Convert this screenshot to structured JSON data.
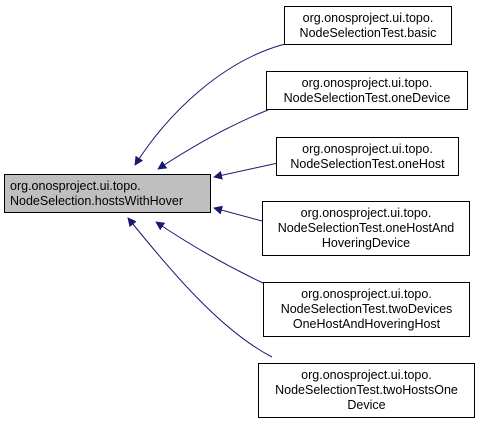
{
  "central_node": {
    "lines": [
      "org.onosproject.ui.topo.",
      "NodeSelection.hostsWithHover"
    ]
  },
  "callers": [
    {
      "lines": [
        "org.onosproject.ui.topo.",
        "NodeSelectionTest.basic"
      ]
    },
    {
      "lines": [
        "org.onosproject.ui.topo.",
        "NodeSelectionTest.oneDevice"
      ]
    },
    {
      "lines": [
        "org.onosproject.ui.topo.",
        "NodeSelectionTest.oneHost"
      ]
    },
    {
      "lines": [
        "org.onosproject.ui.topo.",
        "NodeSelectionTest.oneHostAnd",
        "HoveringDevice"
      ]
    },
    {
      "lines": [
        "org.onosproject.ui.topo.",
        "NodeSelectionTest.twoDevices",
        "OneHostAndHoveringHost"
      ]
    },
    {
      "lines": [
        "org.onosproject.ui.topo.",
        "NodeSelectionTest.twoHostsOne",
        "Device"
      ]
    }
  ],
  "colors": {
    "edge": "#191970",
    "central_fill": "#bfbfbf",
    "node_border": "#000000"
  }
}
